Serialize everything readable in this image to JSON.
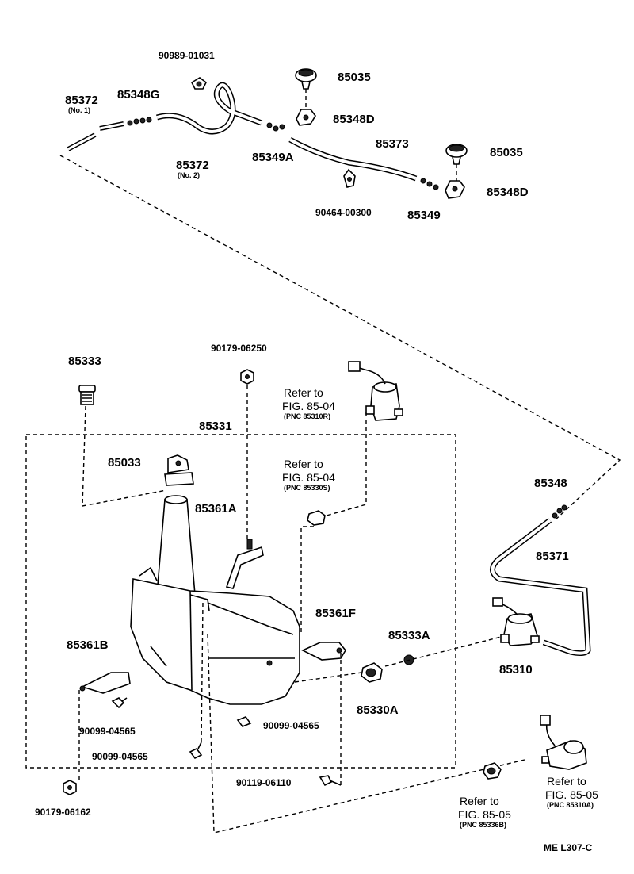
{
  "diagram_code": "ME L307-C",
  "parts": {
    "p90989_01031": "90989-01031",
    "p85035_a": "85035",
    "p85372_no1": "85372",
    "p85372_no1_sub": "(No. 1)",
    "p85348G": "85348G",
    "p85348D_a": "85348D",
    "p85372_no2": "85372",
    "p85372_no2_sub": "(No. 2)",
    "p85349A": "85349A",
    "p85373": "85373",
    "p85035_b": "85035",
    "p90464_00300": "90464-00300",
    "p85349": "85349",
    "p85348D_b": "85348D",
    "p85333": "85333",
    "p90179_06250": "90179-06250",
    "p85331": "85331",
    "p85033": "85033",
    "p85361A": "85361A",
    "p85361F": "85361F",
    "p85333A": "85333A",
    "p85361B": "85361B",
    "p85330A": "85330A",
    "p90099_04565_a": "90099-04565",
    "p90099_04565_b": "90099-04565",
    "p90099_04565_c": "90099-04565",
    "p90119_06110": "90119-06110",
    "p90179_06162": "90179-06162",
    "p85348": "85348",
    "p85371": "85371",
    "p85310": "85310"
  },
  "refs": {
    "r1": {
      "line1": "Refer to",
      "line2": "FIG. 85-04",
      "pnc": "(PNC 85310R)"
    },
    "r2": {
      "line1": "Refer to",
      "line2": "FIG. 85-04",
      "pnc": "(PNC 85330S)"
    },
    "r3": {
      "line1": "Refer to",
      "line2": "FIG. 85-05",
      "pnc": "(PNC 85336B)"
    },
    "r4": {
      "line1": "Refer to",
      "line2": "FIG. 85-05",
      "pnc": "(PNC 85310A)"
    }
  }
}
